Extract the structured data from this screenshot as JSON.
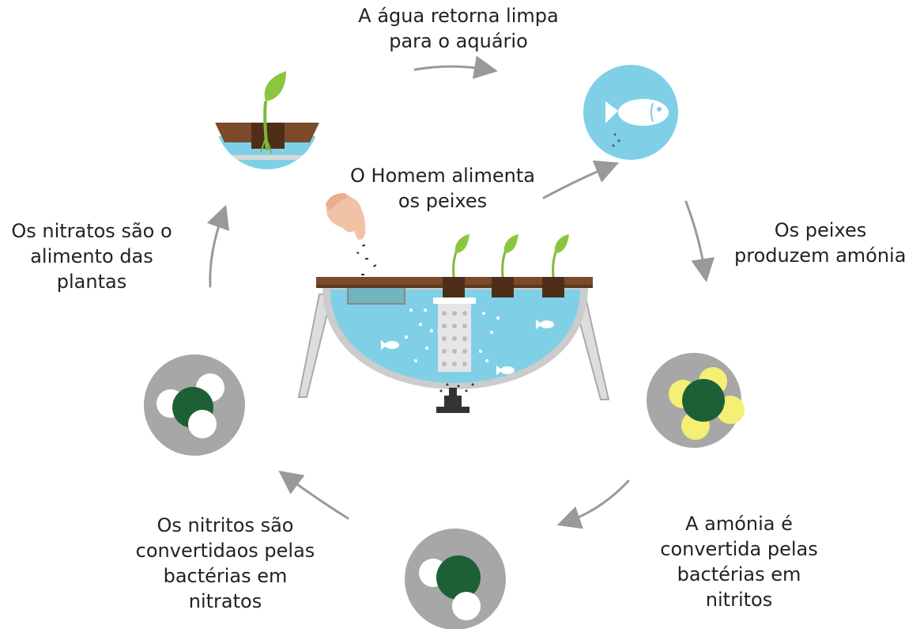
{
  "labels": {
    "water_returns": [
      "A água retorna limpa",
      "para o aquário"
    ],
    "man_feeds": [
      "O Homem alimenta",
      "os peixes"
    ],
    "fish_produce": [
      "Os peixes",
      "produzem amónia"
    ],
    "ammonia_converted": [
      "A amónia é",
      "convertida pelas",
      "bactérias em",
      "nitritos"
    ],
    "nitrites_converted": [
      "Os nitritos são",
      "convertidaos pelas",
      "bactérias em",
      "nitratos"
    ],
    "nitrates_food": [
      "Os nitratos são o",
      "alimento das",
      "plantas"
    ]
  },
  "colors": {
    "water": "#7FD0E6",
    "soil": "#7A4A2A",
    "leaf": "#8CC63F",
    "circle_gray": "#A7A7A7",
    "molecule_dark": "#1E6035",
    "molecule_yellow": "#F5EF73",
    "arrow": "#999999",
    "tank_frame": "#DDDDDD"
  },
  "icons": [
    "fish-icon",
    "sprout-icon",
    "hand-icon",
    "molecule-icon",
    "pump-icon"
  ]
}
